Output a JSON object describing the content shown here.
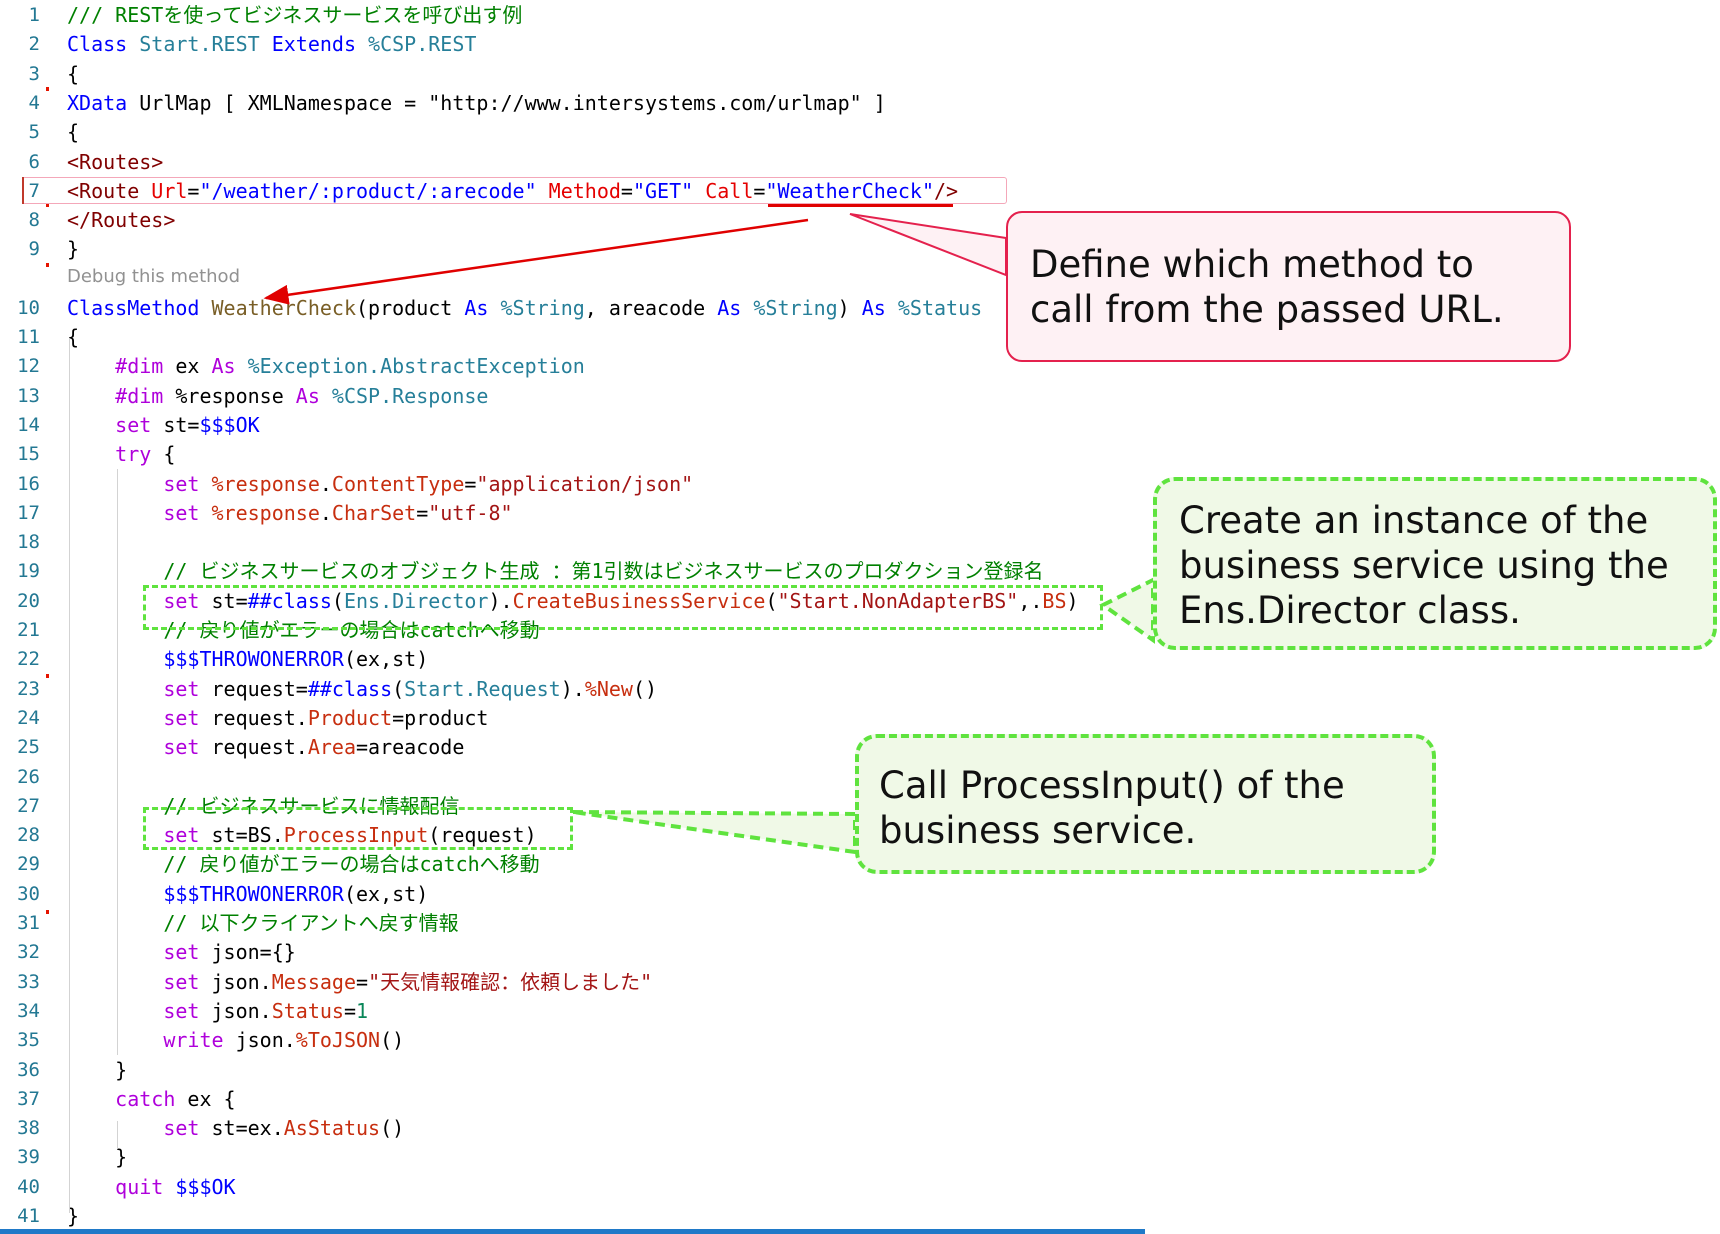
{
  "colors": {
    "keyword": "#0000ff",
    "class_name": "#267f99",
    "comment": "#008000",
    "string": "#a31515",
    "method": "#c72e0f",
    "macro": "#0000ff",
    "callout_red_border": "#e4214d",
    "callout_green_border": "#5fe33e"
  },
  "editor": {
    "codelens": "Debug this method",
    "lines": [
      {
        "n": "1",
        "tokens": [
          {
            "t": "/// RESTを使ってビジネスサービスを呼び出す例",
            "c": "#008000"
          }
        ]
      },
      {
        "n": "2",
        "tokens": [
          {
            "t": "Class ",
            "c": "#0000ff"
          },
          {
            "t": "Start.REST ",
            "c": "#267f99"
          },
          {
            "t": "Extends ",
            "c": "#0000ff"
          },
          {
            "t": "%CSP.REST",
            "c": "#267f99"
          }
        ]
      },
      {
        "n": "3",
        "tokens": [
          {
            "t": "{",
            "c": "#000000"
          }
        ]
      },
      {
        "n": "4",
        "tokens": [
          {
            "t": "XData ",
            "c": "#0000ff"
          },
          {
            "t": "UrlMap [ XMLNamespace = ",
            "c": "#000000"
          },
          {
            "t": "\"http://www.intersystems.com/urlmap\"",
            "c": "#000000"
          },
          {
            "t": " ]",
            "c": "#000000"
          }
        ]
      },
      {
        "n": "5",
        "tokens": [
          {
            "t": "{",
            "c": "#000000"
          }
        ]
      },
      {
        "n": "6",
        "tokens": [
          {
            "t": "<Routes>",
            "c": "#800000"
          }
        ]
      },
      {
        "n": "7",
        "tokens": [
          {
            "t": "<Route ",
            "c": "#800000"
          },
          {
            "t": "Url",
            "c": "#e50000"
          },
          {
            "t": "=",
            "c": "#000000"
          },
          {
            "t": "\"/weather/:product/:arecode\" ",
            "c": "#0000ff"
          },
          {
            "t": "Method",
            "c": "#e50000"
          },
          {
            "t": "=",
            "c": "#000000"
          },
          {
            "t": "\"GET\" ",
            "c": "#0000ff"
          },
          {
            "t": "Call",
            "c": "#e50000"
          },
          {
            "t": "=",
            "c": "#000000"
          },
          {
            "t": "\"WeatherCheck\"",
            "c": "#0000ff"
          },
          {
            "t": "/>",
            "c": "#800000"
          }
        ]
      },
      {
        "n": "8",
        "tokens": [
          {
            "t": "</Routes>",
            "c": "#800000"
          }
        ]
      },
      {
        "n": "9",
        "tokens": [
          {
            "t": "}",
            "c": "#000000"
          }
        ]
      },
      {
        "n": "10",
        "tokens": [
          {
            "t": "ClassMethod ",
            "c": "#0000ff"
          },
          {
            "t": "WeatherCheck",
            "c": "#795e26"
          },
          {
            "t": "(product ",
            "c": "#000000"
          },
          {
            "t": "As ",
            "c": "#0000ff"
          },
          {
            "t": "%String",
            "c": "#267f99"
          },
          {
            "t": ", areacode ",
            "c": "#000000"
          },
          {
            "t": "As ",
            "c": "#0000ff"
          },
          {
            "t": "%String",
            "c": "#267f99"
          },
          {
            "t": ") ",
            "c": "#000000"
          },
          {
            "t": "As ",
            "c": "#0000ff"
          },
          {
            "t": "%Status",
            "c": "#267f99"
          }
        ]
      },
      {
        "n": "11",
        "tokens": [
          {
            "t": "{",
            "c": "#000000"
          }
        ]
      },
      {
        "n": "12",
        "tokens": [
          {
            "t": "    #dim ",
            "c": "#af00db"
          },
          {
            "t": "ex ",
            "c": "#000000"
          },
          {
            "t": "As ",
            "c": "#af00db"
          },
          {
            "t": "%Exception.AbstractException",
            "c": "#267f99"
          }
        ]
      },
      {
        "n": "13",
        "tokens": [
          {
            "t": "    #dim ",
            "c": "#af00db"
          },
          {
            "t": "%response ",
            "c": "#000000"
          },
          {
            "t": "As ",
            "c": "#af00db"
          },
          {
            "t": "%CSP.Response",
            "c": "#267f99"
          }
        ]
      },
      {
        "n": "14",
        "tokens": [
          {
            "t": "    set ",
            "c": "#af00db"
          },
          {
            "t": "st=",
            "c": "#000000"
          },
          {
            "t": "$$$OK",
            "c": "#0000ff"
          }
        ]
      },
      {
        "n": "15",
        "tokens": [
          {
            "t": "    try ",
            "c": "#af00db"
          },
          {
            "t": "{",
            "c": "#000000"
          }
        ]
      },
      {
        "n": "16",
        "tokens": [
          {
            "t": "        set ",
            "c": "#af00db"
          },
          {
            "t": "%response",
            "c": "#c72e0f"
          },
          {
            "t": ".",
            "c": "#000000"
          },
          {
            "t": "ContentType",
            "c": "#c72e0f"
          },
          {
            "t": "=",
            "c": "#000000"
          },
          {
            "t": "\"application/json\"",
            "c": "#a31515"
          }
        ]
      },
      {
        "n": "17",
        "tokens": [
          {
            "t": "        set ",
            "c": "#af00db"
          },
          {
            "t": "%response",
            "c": "#c72e0f"
          },
          {
            "t": ".",
            "c": "#000000"
          },
          {
            "t": "CharSet",
            "c": "#c72e0f"
          },
          {
            "t": "=",
            "c": "#000000"
          },
          {
            "t": "\"utf-8\"",
            "c": "#a31515"
          }
        ]
      },
      {
        "n": "18",
        "tokens": []
      },
      {
        "n": "19",
        "tokens": [
          {
            "t": "        // ビジネスサービスのオブジェクト生成 ：第1引数はビジネスサービスのプロダクション登録名",
            "c": "#008000"
          }
        ]
      },
      {
        "n": "20",
        "tokens": [
          {
            "t": "        set ",
            "c": "#af00db"
          },
          {
            "t": "st=",
            "c": "#000000"
          },
          {
            "t": "##class",
            "c": "#0000ff"
          },
          {
            "t": "(",
            "c": "#000000"
          },
          {
            "t": "Ens.Director",
            "c": "#267f99"
          },
          {
            "t": ").",
            "c": "#000000"
          },
          {
            "t": "CreateBusinessService",
            "c": "#c72e0f"
          },
          {
            "t": "(",
            "c": "#000000"
          },
          {
            "t": "\"Start.NonAdapterBS\"",
            "c": "#a31515"
          },
          {
            "t": ",.",
            "c": "#000000"
          },
          {
            "t": "BS",
            "c": "#c72e0f"
          },
          {
            "t": ")",
            "c": "#000000"
          }
        ]
      },
      {
        "n": "21",
        "tokens": [
          {
            "t": "        // 戻り値がエラーの場合はcatchへ移動",
            "c": "#008000"
          }
        ]
      },
      {
        "n": "22",
        "tokens": [
          {
            "t": "        $$$THROWONERROR",
            "c": "#0000ff"
          },
          {
            "t": "(ex,st)",
            "c": "#000000"
          }
        ]
      },
      {
        "n": "23",
        "tokens": [
          {
            "t": "        set ",
            "c": "#af00db"
          },
          {
            "t": "request=",
            "c": "#000000"
          },
          {
            "t": "##class",
            "c": "#0000ff"
          },
          {
            "t": "(",
            "c": "#000000"
          },
          {
            "t": "Start.Request",
            "c": "#267f99"
          },
          {
            "t": ").",
            "c": "#000000"
          },
          {
            "t": "%New",
            "c": "#c72e0f"
          },
          {
            "t": "()",
            "c": "#000000"
          }
        ]
      },
      {
        "n": "24",
        "tokens": [
          {
            "t": "        set ",
            "c": "#af00db"
          },
          {
            "t": "request.",
            "c": "#000000"
          },
          {
            "t": "Product",
            "c": "#c72e0f"
          },
          {
            "t": "=product",
            "c": "#000000"
          }
        ]
      },
      {
        "n": "25",
        "tokens": [
          {
            "t": "        set ",
            "c": "#af00db"
          },
          {
            "t": "request.",
            "c": "#000000"
          },
          {
            "t": "Area",
            "c": "#c72e0f"
          },
          {
            "t": "=areacode",
            "c": "#000000"
          }
        ]
      },
      {
        "n": "26",
        "tokens": []
      },
      {
        "n": "27",
        "tokens": [
          {
            "t": "        // ビジネスサービスに情報配信",
            "c": "#008000"
          }
        ]
      },
      {
        "n": "28",
        "tokens": [
          {
            "t": "        set ",
            "c": "#af00db"
          },
          {
            "t": "st=BS.",
            "c": "#000000"
          },
          {
            "t": "ProcessInput",
            "c": "#c72e0f"
          },
          {
            "t": "(request)",
            "c": "#000000"
          }
        ]
      },
      {
        "n": "29",
        "tokens": [
          {
            "t": "        // 戻り値がエラーの場合はcatchへ移動",
            "c": "#008000"
          }
        ]
      },
      {
        "n": "30",
        "tokens": [
          {
            "t": "        $$$THROWONERROR",
            "c": "#0000ff"
          },
          {
            "t": "(ex,st)",
            "c": "#000000"
          }
        ]
      },
      {
        "n": "31",
        "tokens": [
          {
            "t": "        // 以下クライアントへ戻す情報",
            "c": "#008000"
          }
        ]
      },
      {
        "n": "32",
        "tokens": [
          {
            "t": "        set ",
            "c": "#af00db"
          },
          {
            "t": "json={}",
            "c": "#000000"
          }
        ]
      },
      {
        "n": "33",
        "tokens": [
          {
            "t": "        set ",
            "c": "#af00db"
          },
          {
            "t": "json.",
            "c": "#000000"
          },
          {
            "t": "Message",
            "c": "#c72e0f"
          },
          {
            "t": "=",
            "c": "#000000"
          },
          {
            "t": "\"天気情報確認：依頼しました\"",
            "c": "#a31515"
          }
        ]
      },
      {
        "n": "34",
        "tokens": [
          {
            "t": "        set ",
            "c": "#af00db"
          },
          {
            "t": "json.",
            "c": "#000000"
          },
          {
            "t": "Status",
            "c": "#c72e0f"
          },
          {
            "t": "=",
            "c": "#000000"
          },
          {
            "t": "1",
            "c": "#098658"
          }
        ]
      },
      {
        "n": "35",
        "tokens": [
          {
            "t": "        write ",
            "c": "#af00db"
          },
          {
            "t": "json.",
            "c": "#000000"
          },
          {
            "t": "%ToJSON",
            "c": "#c72e0f"
          },
          {
            "t": "()",
            "c": "#000000"
          }
        ]
      },
      {
        "n": "36",
        "tokens": [
          {
            "t": "    }",
            "c": "#000000"
          }
        ]
      },
      {
        "n": "37",
        "tokens": [
          {
            "t": "    catch ",
            "c": "#af00db"
          },
          {
            "t": "ex {",
            "c": "#000000"
          }
        ]
      },
      {
        "n": "38",
        "tokens": [
          {
            "t": "        set ",
            "c": "#af00db"
          },
          {
            "t": "st=ex.",
            "c": "#000000"
          },
          {
            "t": "AsStatus",
            "c": "#c72e0f"
          },
          {
            "t": "()",
            "c": "#000000"
          }
        ]
      },
      {
        "n": "39",
        "tokens": [
          {
            "t": "    }",
            "c": "#000000"
          }
        ]
      },
      {
        "n": "40",
        "tokens": [
          {
            "t": "    quit ",
            "c": "#af00db"
          },
          {
            "t": "$$$OK",
            "c": "#0000ff"
          }
        ]
      },
      {
        "n": "41",
        "tokens": [
          {
            "t": "}",
            "c": "#000000"
          }
        ]
      }
    ]
  },
  "callouts": {
    "route_call": {
      "lines": [
        "Define which method to",
        "call from the passed URL."
      ]
    },
    "create_service": {
      "lines": [
        "Create an instance of the",
        "business service using the",
        "Ens.Director class."
      ]
    },
    "process_input": {
      "lines": [
        "Call ProcessInput() of the",
        "business service."
      ]
    }
  }
}
